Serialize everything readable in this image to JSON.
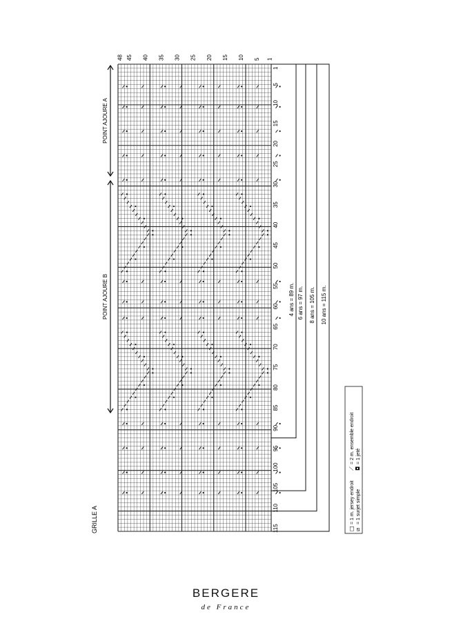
{
  "chart": {
    "title": "GRILLE A",
    "stitch_axis_labels": [
      "48",
      "45",
      "40",
      "35",
      "30",
      "25",
      "20",
      "15",
      "10",
      "5",
      "1"
    ],
    "row_axis_labels": [
      "1",
      "5",
      "10",
      "15",
      "20",
      "25",
      "30",
      "35",
      "40",
      "45",
      "50",
      "55",
      "60",
      "65",
      "70",
      "75",
      "80",
      "85",
      "90",
      "95",
      "100",
      "105",
      "110",
      "115"
    ],
    "sections": [
      "POINT AJOURE A",
      "POINT AJOURE B"
    ],
    "sizes": [
      "4 ans = 89 m.",
      "6 ans = 97 m.",
      "8 ans = 105 m.",
      "10 ans = 115 m."
    ]
  },
  "legend": {
    "items": [
      {
        "symbol": "□",
        "text": "= 1 m. jersey endroit"
      },
      {
        "symbol": "⧄",
        "text": "= 1 surjet simple"
      },
      {
        "symbol": "⟋",
        "text": "= 2 m. ensemble endroit"
      },
      {
        "symbol": "◘",
        "text": "= 1 jeté"
      }
    ]
  },
  "brand": {
    "name": "BERGERE",
    "tagline": "de France"
  }
}
